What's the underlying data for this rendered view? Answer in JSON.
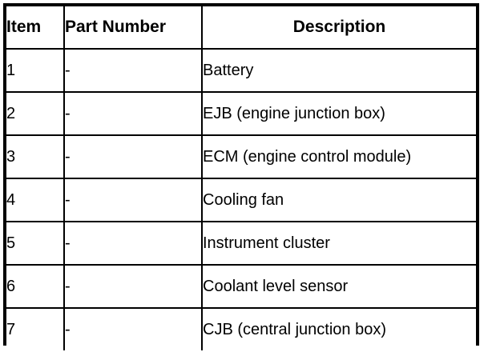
{
  "table": {
    "columns": [
      {
        "key": "item",
        "label": "Item"
      },
      {
        "key": "part_number",
        "label": "Part Number"
      },
      {
        "key": "description",
        "label": "Description"
      }
    ],
    "rows": [
      {
        "item": "1",
        "part_number": "-",
        "description": "Battery"
      },
      {
        "item": "2",
        "part_number": "-",
        "description": "EJB (engine junction box)"
      },
      {
        "item": "3",
        "part_number": "-",
        "description": "ECM (engine control module)"
      },
      {
        "item": "4",
        "part_number": "-",
        "description": "Cooling fan"
      },
      {
        "item": "5",
        "part_number": "-",
        "description": "Instrument cluster"
      },
      {
        "item": "6",
        "part_number": "-",
        "description": "Coolant level sensor"
      },
      {
        "item": "7",
        "part_number": "-",
        "description": "CJB (central junction box)"
      }
    ]
  },
  "colors": {
    "border": "#000000",
    "text": "#000000",
    "background": "#ffffff"
  }
}
